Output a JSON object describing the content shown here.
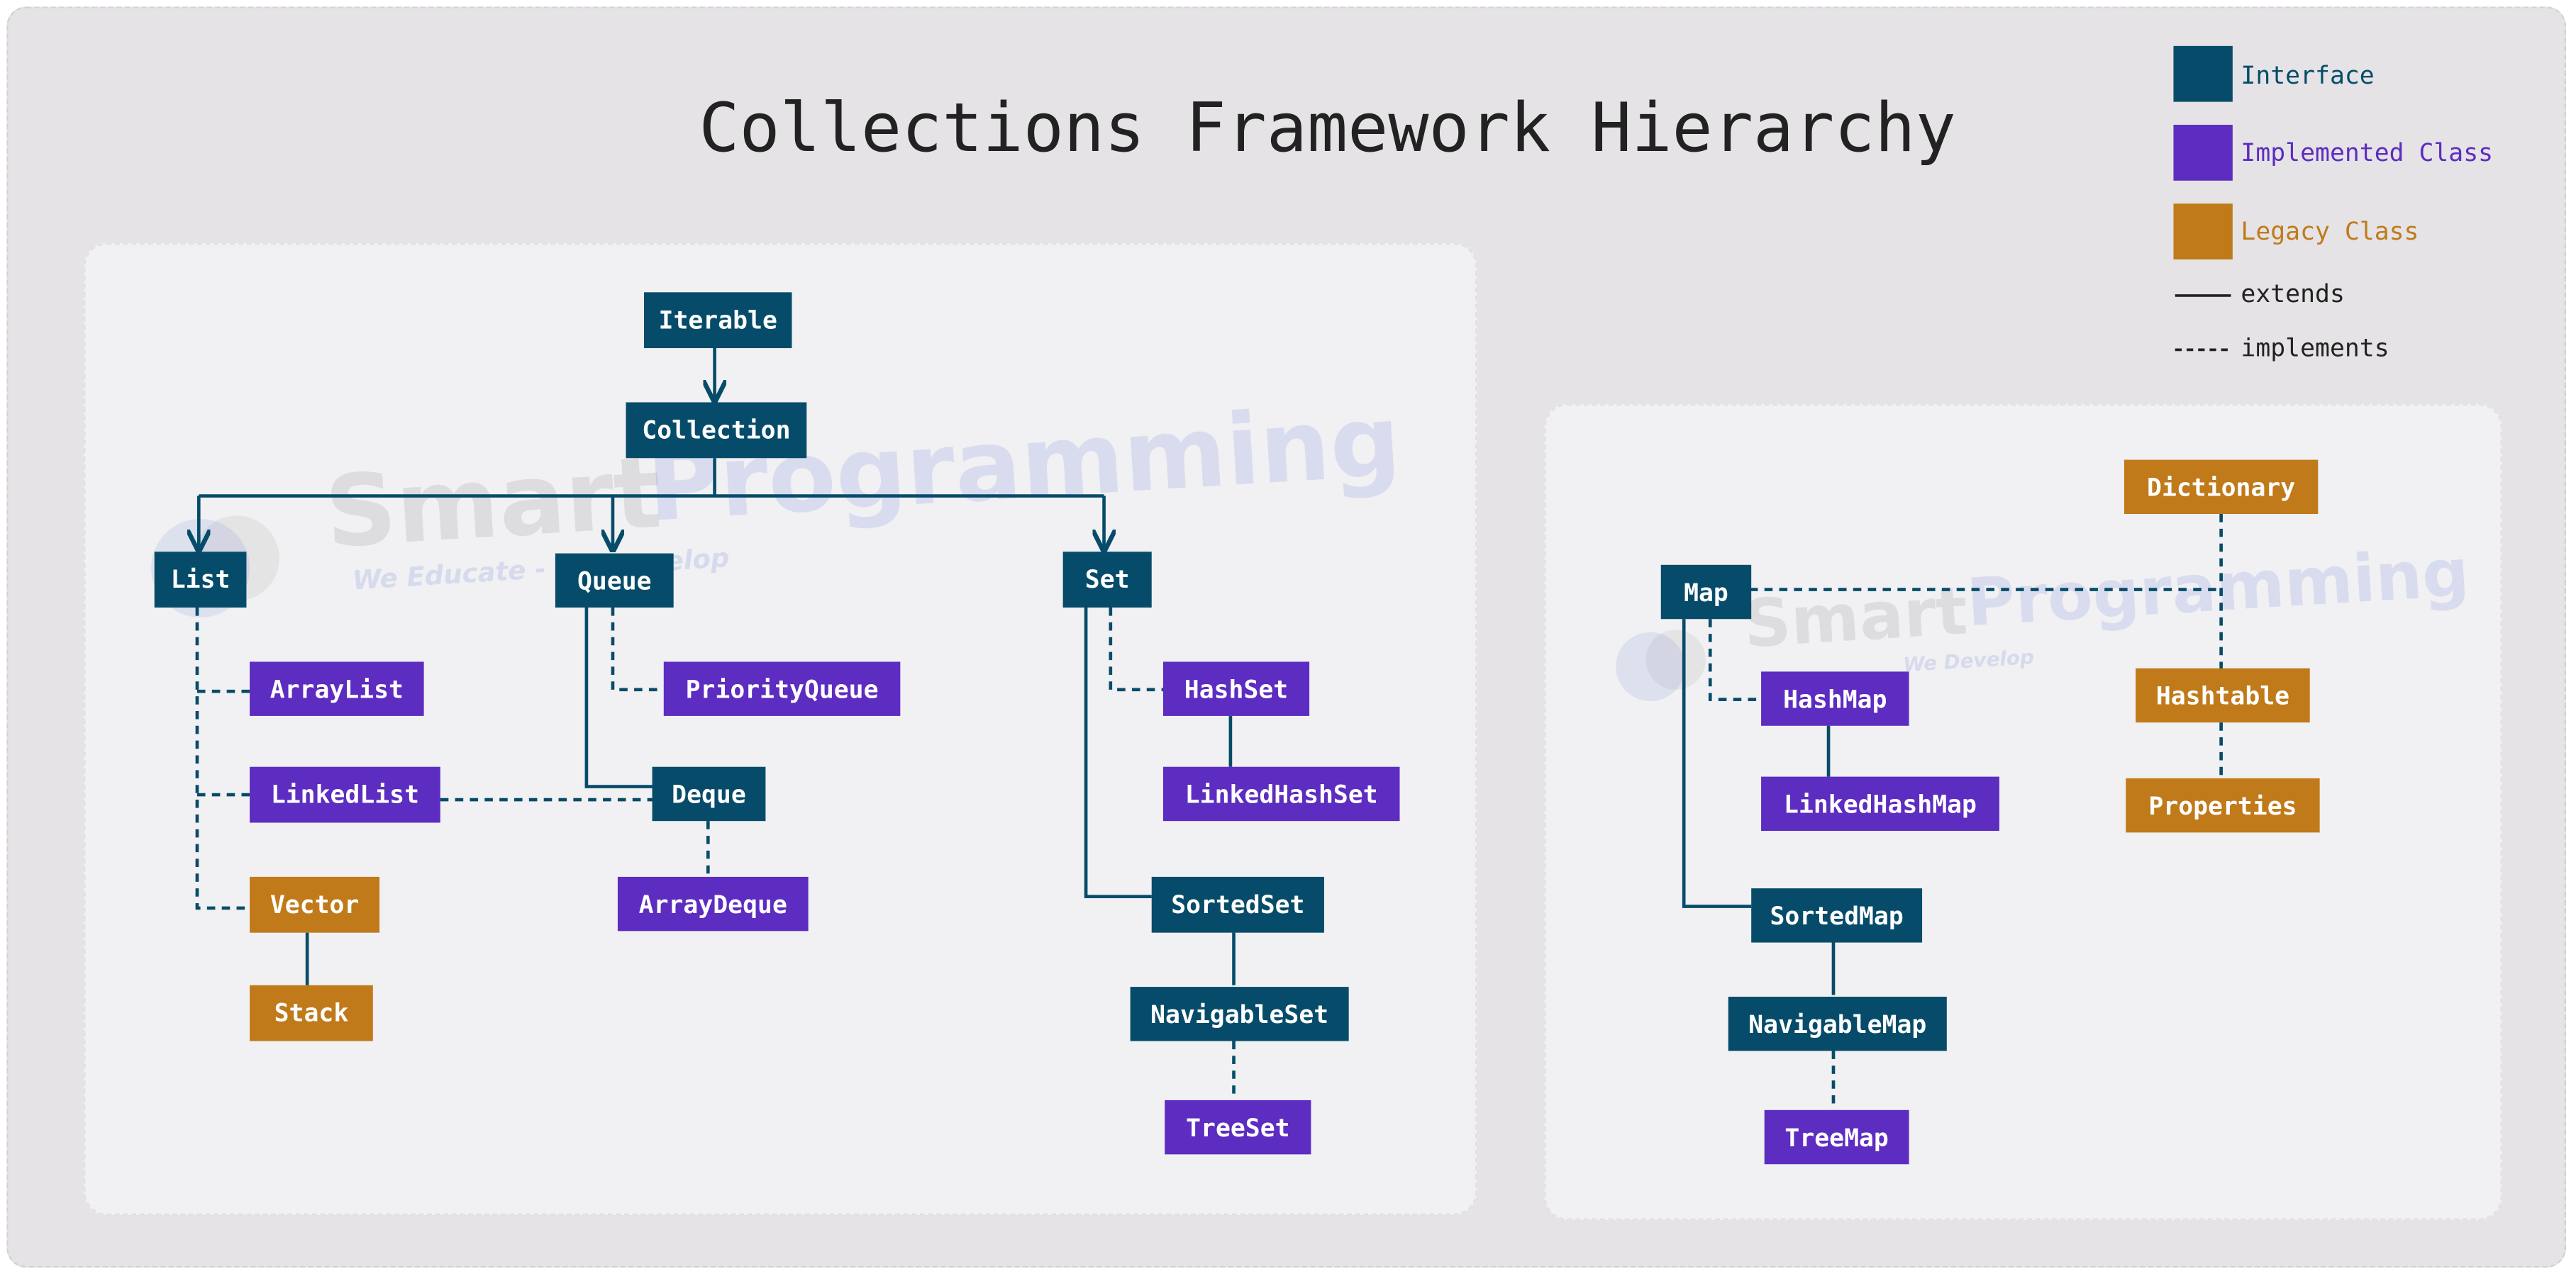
{
  "title": "Collections Framework Hierarchy",
  "colors": {
    "interface": "#064c6a",
    "implemented_class": "#5d2cc0",
    "legacy_class": "#c07a1a",
    "edge": "#064c6a"
  },
  "legend": {
    "interface": "Interface",
    "implemented_class": "Implemented Class",
    "legacy_class": "Legacy Class",
    "extends": "extends",
    "implements": "implements"
  },
  "watermark": {
    "word1": "Smart",
    "word2": "Programming",
    "tagline_1": "We Educate - We Develop",
    "tagline_2": "We Develop"
  },
  "nodes": {
    "iterable": {
      "label": "Iterable",
      "kind": "interface"
    },
    "collection": {
      "label": "Collection",
      "kind": "interface"
    },
    "list": {
      "label": "List",
      "kind": "interface"
    },
    "queue": {
      "label": "Queue",
      "kind": "interface"
    },
    "set": {
      "label": "Set",
      "kind": "interface"
    },
    "arraylist": {
      "label": "ArrayList",
      "kind": "implemented_class"
    },
    "linkedlist": {
      "label": "LinkedList",
      "kind": "implemented_class"
    },
    "vector": {
      "label": "Vector",
      "kind": "legacy_class"
    },
    "stack": {
      "label": "Stack",
      "kind": "legacy_class"
    },
    "priorityqueue": {
      "label": "PriorityQueue",
      "kind": "implemented_class"
    },
    "deque": {
      "label": "Deque",
      "kind": "interface"
    },
    "arraydeque": {
      "label": "ArrayDeque",
      "kind": "implemented_class"
    },
    "hashset": {
      "label": "HashSet",
      "kind": "implemented_class"
    },
    "linkedhashset": {
      "label": "LinkedHashSet",
      "kind": "implemented_class"
    },
    "sortedset": {
      "label": "SortedSet",
      "kind": "interface"
    },
    "navigableset": {
      "label": "NavigableSet",
      "kind": "interface"
    },
    "treeset": {
      "label": "TreeSet",
      "kind": "implemented_class"
    },
    "map": {
      "label": "Map",
      "kind": "interface"
    },
    "dictionary": {
      "label": "Dictionary",
      "kind": "legacy_class"
    },
    "hashmap": {
      "label": "HashMap",
      "kind": "implemented_class"
    },
    "linkedhashmap": {
      "label": "LinkedHashMap",
      "kind": "implemented_class"
    },
    "hashtable": {
      "label": "Hashtable",
      "kind": "legacy_class"
    },
    "properties": {
      "label": "Properties",
      "kind": "legacy_class"
    },
    "sortedmap": {
      "label": "SortedMap",
      "kind": "interface"
    },
    "navigablemap": {
      "label": "NavigableMap",
      "kind": "interface"
    },
    "treemap": {
      "label": "TreeMap",
      "kind": "implemented_class"
    }
  },
  "edges": [
    {
      "from": "Iterable",
      "to": "Collection",
      "relation": "extends"
    },
    {
      "from": "Collection",
      "to": "List",
      "relation": "extends"
    },
    {
      "from": "Collection",
      "to": "Queue",
      "relation": "extends"
    },
    {
      "from": "Collection",
      "to": "Set",
      "relation": "extends"
    },
    {
      "from": "List",
      "to": "ArrayList",
      "relation": "implements"
    },
    {
      "from": "List",
      "to": "LinkedList",
      "relation": "implements"
    },
    {
      "from": "List",
      "to": "Vector",
      "relation": "implements"
    },
    {
      "from": "Vector",
      "to": "Stack",
      "relation": "extends"
    },
    {
      "from": "Queue",
      "to": "PriorityQueue",
      "relation": "implements"
    },
    {
      "from": "Queue",
      "to": "Deque",
      "relation": "extends"
    },
    {
      "from": "Deque",
      "to": "LinkedList",
      "relation": "implements"
    },
    {
      "from": "Deque",
      "to": "ArrayDeque",
      "relation": "implements"
    },
    {
      "from": "Set",
      "to": "HashSet",
      "relation": "implements"
    },
    {
      "from": "HashSet",
      "to": "LinkedHashSet",
      "relation": "extends"
    },
    {
      "from": "Set",
      "to": "SortedSet",
      "relation": "extends"
    },
    {
      "from": "SortedSet",
      "to": "NavigableSet",
      "relation": "extends"
    },
    {
      "from": "NavigableSet",
      "to": "TreeSet",
      "relation": "implements"
    },
    {
      "from": "Map",
      "to": "HashMap",
      "relation": "implements"
    },
    {
      "from": "HashMap",
      "to": "LinkedHashMap",
      "relation": "extends"
    },
    {
      "from": "Map",
      "to": "Hashtable",
      "relation": "implements"
    },
    {
      "from": "Dictionary",
      "to": "Hashtable",
      "relation": "implements"
    },
    {
      "from": "Hashtable",
      "to": "Properties",
      "relation": "implements"
    },
    {
      "from": "Map",
      "to": "SortedMap",
      "relation": "extends"
    },
    {
      "from": "SortedMap",
      "to": "NavigableMap",
      "relation": "extends"
    },
    {
      "from": "NavigableMap",
      "to": "TreeMap",
      "relation": "implements"
    }
  ]
}
